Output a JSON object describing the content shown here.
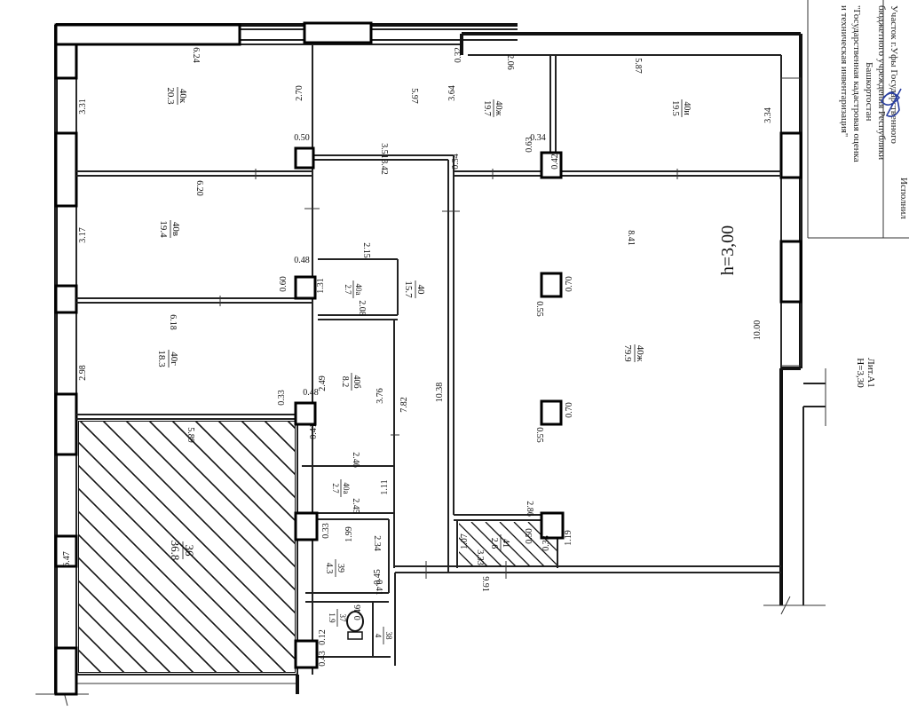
{
  "stamp": {
    "line1": "Участок г.Уфы Государственного",
    "line2": "бюджетного учреждения Республики",
    "line3": "Башкортостан",
    "line4": "\"Государственная кадастровая оценка",
    "line5": "и техническая инвентаризация\"",
    "line6": "Исполнил"
  },
  "notes": {
    "height": "h=3,00",
    "lit": "Лит.А1",
    "lit_height": "H=3,30"
  },
  "rooms": [
    {
      "id": "r1",
      "num": "40к",
      "area": "20.3"
    },
    {
      "id": "r2",
      "num": "40в",
      "area": "19.4"
    },
    {
      "id": "r3",
      "num": "40г",
      "area": "18.3"
    },
    {
      "id": "r4",
      "num": "36",
      "area": "36.8"
    },
    {
      "id": "r5",
      "num": "40ж",
      "area": "19.7"
    },
    {
      "id": "r6",
      "num": "40и",
      "area": "19.5"
    },
    {
      "id": "r7",
      "num": "40",
      "area": "15.7"
    },
    {
      "id": "r8",
      "num": "40а",
      "area": "2.7"
    },
    {
      "id": "r9",
      "num": "40б",
      "area": "8.2"
    },
    {
      "id": "r10",
      "num": "40а",
      "area": "2.7"
    },
    {
      "id": "r11",
      "num": "39",
      "area": "4.3"
    },
    {
      "id": "r12",
      "num": "40ж",
      "area": "79.9"
    },
    {
      "id": "r13",
      "num": "41",
      "area": "2.6"
    },
    {
      "id": "r14",
      "num": "37",
      "area": "1.9"
    },
    {
      "id": "r15",
      "num": "38",
      "area": "4"
    }
  ],
  "dimensions": [
    "6.24",
    "3.31",
    "2.70",
    "0.50",
    "5.97",
    "3.64",
    "0.32",
    "2.06",
    "5.87",
    "3.34",
    "3.51",
    "3.42",
    "0.34",
    "0.63",
    "0.34",
    "0.42",
    "6.20",
    "3.17",
    "0.48",
    "0.60",
    "2.15",
    "1.31",
    "2.08",
    "6.18",
    "2.98",
    "2.49",
    "3.76",
    "7.82",
    "10.38",
    "0.33",
    "0.48",
    "0.41",
    "5.89",
    "2.46",
    "1.11",
    "2.45",
    "0.33",
    "1.99",
    "2.34",
    "6.47",
    "0.41",
    "0.12",
    "0.43",
    "8.41",
    "0.70",
    "0.55",
    "0.70",
    "0.55",
    "10.00",
    "2.86",
    "1.07",
    "3.33",
    "0.50",
    "0.33",
    "1.19",
    "9.91",
    "0.45",
    "0.46"
  ]
}
